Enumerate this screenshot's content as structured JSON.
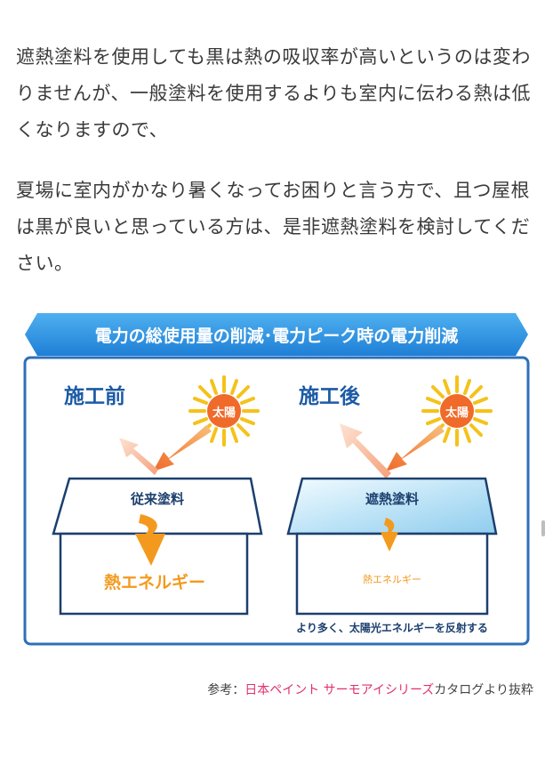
{
  "article": {
    "paragraph1": "遮熱塗料を使用しても黒は熱の吸収率が高いというのは変わりませんが、一般塗料を使用するよりも室内に伝わる熱は低くなりますので、",
    "paragraph2": "夏場に室内がかなり暑くなってお困りと言う方で、且つ屋根は黒が良いと思っている方は、是非遮熱塗料を検討してください。"
  },
  "figure": {
    "banner_title": "電力の総使用量の削減･電力ピーク時の電力削減",
    "before": {
      "title": "施工前",
      "sun_label": "太陽",
      "roof_label": "従来塗料",
      "heat_label": "熱エネルギー"
    },
    "after": {
      "title": "施工後",
      "sun_label": "太陽",
      "roof_label": "遮熱塗料",
      "heat_label": "熱エネルギー",
      "note": "より多く、太陽光エネルギーを反射する"
    },
    "colors": {
      "banner": "#2a8fe0",
      "frame": "#2d6fb8",
      "title": "#1c5aa5",
      "sun": "#f06a2a",
      "heat": "#f39a1e",
      "cool_roof": "#c6e6f8"
    }
  },
  "caption": {
    "prefix": "参考：",
    "link": "日本ペイント サーモアイシリーズ",
    "suffix": "カタログより抜粋"
  }
}
